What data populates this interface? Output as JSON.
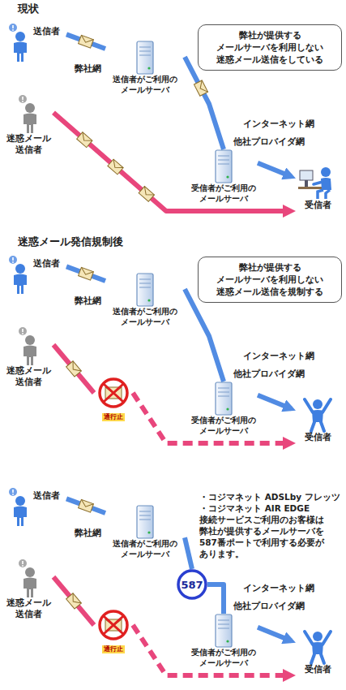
{
  "diagram": {
    "nodes": [
      {
        "text": [
          "送信者"
        ]
      },
      {
        "text": [
          "迷惑メール 送信者"
        ]
      },
      {
        "text": [
          "弊社が提供する メールサーバを利用しない 迷惑メール送信をしている"
        ]
      },
      {
        "text": [
          "弊社網"
        ]
      },
      {
        "text": [
          "送信者がご利用の メールサーバ"
        ],
        "in": 3
      },
      {
        "text": [
          "インターネット網"
        ]
      },
      {
        "text": [
          "他社プロバイダ網"
        ]
      },
      {
        "text": [
          "受信者がご利用の メールサーバ"
        ],
        "in": 6
      },
      {
        "text": [
          "受信者"
        ]
      },
      {
        "text": [
          "送信者"
        ]
      },
      {
        "text": [
          "迷惑メール 送信者"
        ]
      },
      {
        "text": [
          "弊社が提供する メールサーバを利用しない 迷惑メール送信を規制する"
        ]
      },
      {
        "text": [
          "弊社網"
        ]
      },
      {
        "text": [
          "送信者がご利用の メールサーバ"
        ],
        "in": 12
      },
      {
        "text": [
          "インターネット網"
        ]
      },
      {
        "text": [
          "他社プロバイダ網"
        ]
      },
      {
        "text": [
          "受信者がご利用の メールサーバ"
        ],
        "in": 15
      },
      {
        "text": [
          "受信者"
        ]
      },
      {
        "text": [
          "通行止"
        ]
      },
      {
        "text": [
          "送信者"
        ]
      },
      {
        "text": [
          "迷惑メール 送信者"
        ]
      },
      {
        "text": [
          "・コジマネット ADSLby フレッツ",
          "・コジマネット AIR EDGE",
          "接続サービスご利用のお客様は 弊社が提供するメールサーバを 587番ポートで利用する必要が あります。"
        ]
      },
      {
        "text": [
          "弊社網"
        ]
      },
      {
        "text": [
          "送信者がご利用の メールサーバ"
        ],
        "in": 22
      },
      {
        "text": [
          "587"
        ]
      },
      {
        "text": [
          "インターネット網"
        ]
      },
      {
        "text": [
          "他社プロバイダ網"
        ]
      },
      {
        "text": [
          "受信者がご利用の メールサーバ"
        ],
        "in": 26
      },
      {
        "text": [
          "受信者"
        ]
      },
      {
        "text": [
          "通行止"
        ]
      }
    ],
    "edges": [
      {
        "from": 0,
        "to": 4,
        "arrow": "none"
      },
      {
        "from": 4,
        "to": 7,
        "arrow": "none"
      },
      {
        "from": 7,
        "to": 8,
        "arrow": "to"
      },
      {
        "from": 1,
        "to": 8,
        "arrow": "to"
      },
      {
        "from": 9,
        "to": 13,
        "arrow": "none"
      },
      {
        "from": 13,
        "to": 16,
        "arrow": "none"
      },
      {
        "from": 16,
        "to": 17,
        "arrow": "to"
      },
      {
        "from": 10,
        "to": 18,
        "arrow": "none"
      },
      {
        "from": 18,
        "to": 17,
        "arrow": "to"
      },
      {
        "from": 19,
        "to": 23,
        "arrow": "none"
      },
      {
        "from": 23,
        "to": 24,
        "arrow": "none"
      },
      {
        "from": 24,
        "to": 27,
        "arrow": "none"
      },
      {
        "from": 27,
        "to": 28,
        "arrow": "to"
      },
      {
        "from": 20,
        "to": 29,
        "arrow": "none"
      },
      {
        "from": 29,
        "to": 28,
        "arrow": "to"
      }
    ],
    "labels": [
      "現状",
      "迷惑メール発信規制後"
    ]
  }
}
